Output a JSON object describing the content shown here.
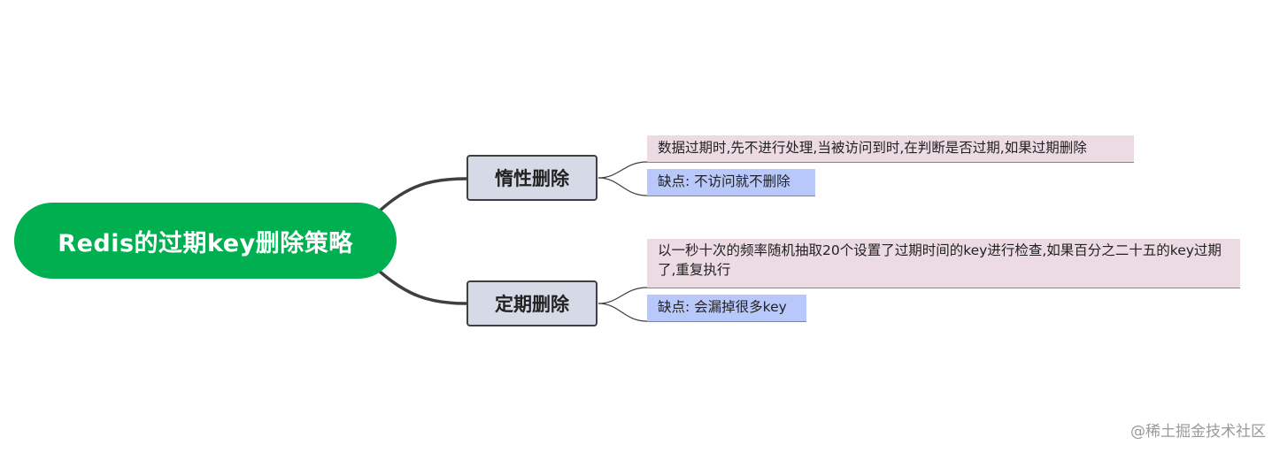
{
  "root": {
    "label": "Redis的过期key删除策略"
  },
  "branches": [
    {
      "label": "惰性删除",
      "leaves": [
        {
          "text": "数据过期时,先不进行处理,当被访问到时,在判断是否过期,如果过期删除"
        },
        {
          "text": "缺点:  不访问就不删除"
        }
      ]
    },
    {
      "label": "定期删除",
      "leaves": [
        {
          "text": "以一秒十次的频率随机抽取20个设置了过期时间的key进行检查,如果百分之二十五的key过期了,重复执行"
        },
        {
          "text": "缺点: 会漏掉很多key"
        }
      ]
    }
  ],
  "watermark": "@稀土掘金技术社区",
  "colors": {
    "root_fill": "#00b050",
    "branch_fill": "#d6dae6",
    "branch_border": "#3f3f3f",
    "desc_fill": "#eddbe3",
    "con_fill": "#b8c8fa",
    "connector": "#3f3f3f"
  }
}
